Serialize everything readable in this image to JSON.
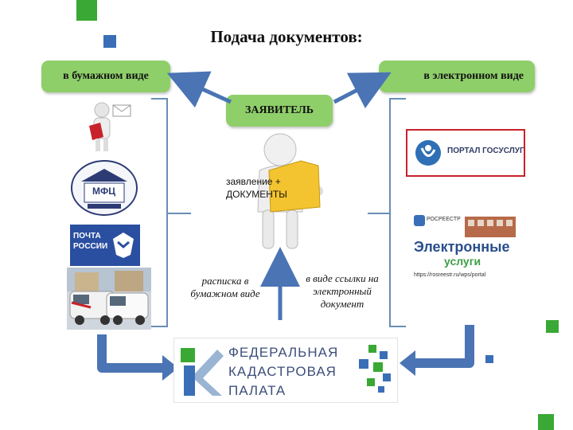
{
  "title": "Подача документов:",
  "paper_label": "в бумажном виде",
  "electronic_label": "в электронном виде",
  "applicant_label": "ЗАЯВИТЕЛЬ",
  "figure_sign": "заявление + ДОКУМЕНТЫ",
  "receipt_text": "расписка в бумажном виде",
  "link_text": "в виде ссылки на электронный документ",
  "icons": {
    "mfc_label": "МФЦ",
    "post_label": "ПОЧТА РОССИИ",
    "gosuslugi_label": "ПОРТАЛ ГОСУСЛУГ",
    "rosreestr_small": "РОСРЕЕСТР",
    "eservices_title": "Электронные",
    "eservices_sub": "услуги",
    "eservices_url": "https://rosreestr.ru/wps/portal"
  },
  "bottom_banner": {
    "line1": "ФЕДЕРАЛЬНАЯ",
    "line2": "КАДАСТРОВАЯ",
    "line3": "ПАЛАТА"
  },
  "colors": {
    "green": "#8fcf6a",
    "blue_arrow": "#4a74b4",
    "deco_green": "#3aa835",
    "deco_blue": "#3a6fb7",
    "bracket": "#6a8db5"
  }
}
